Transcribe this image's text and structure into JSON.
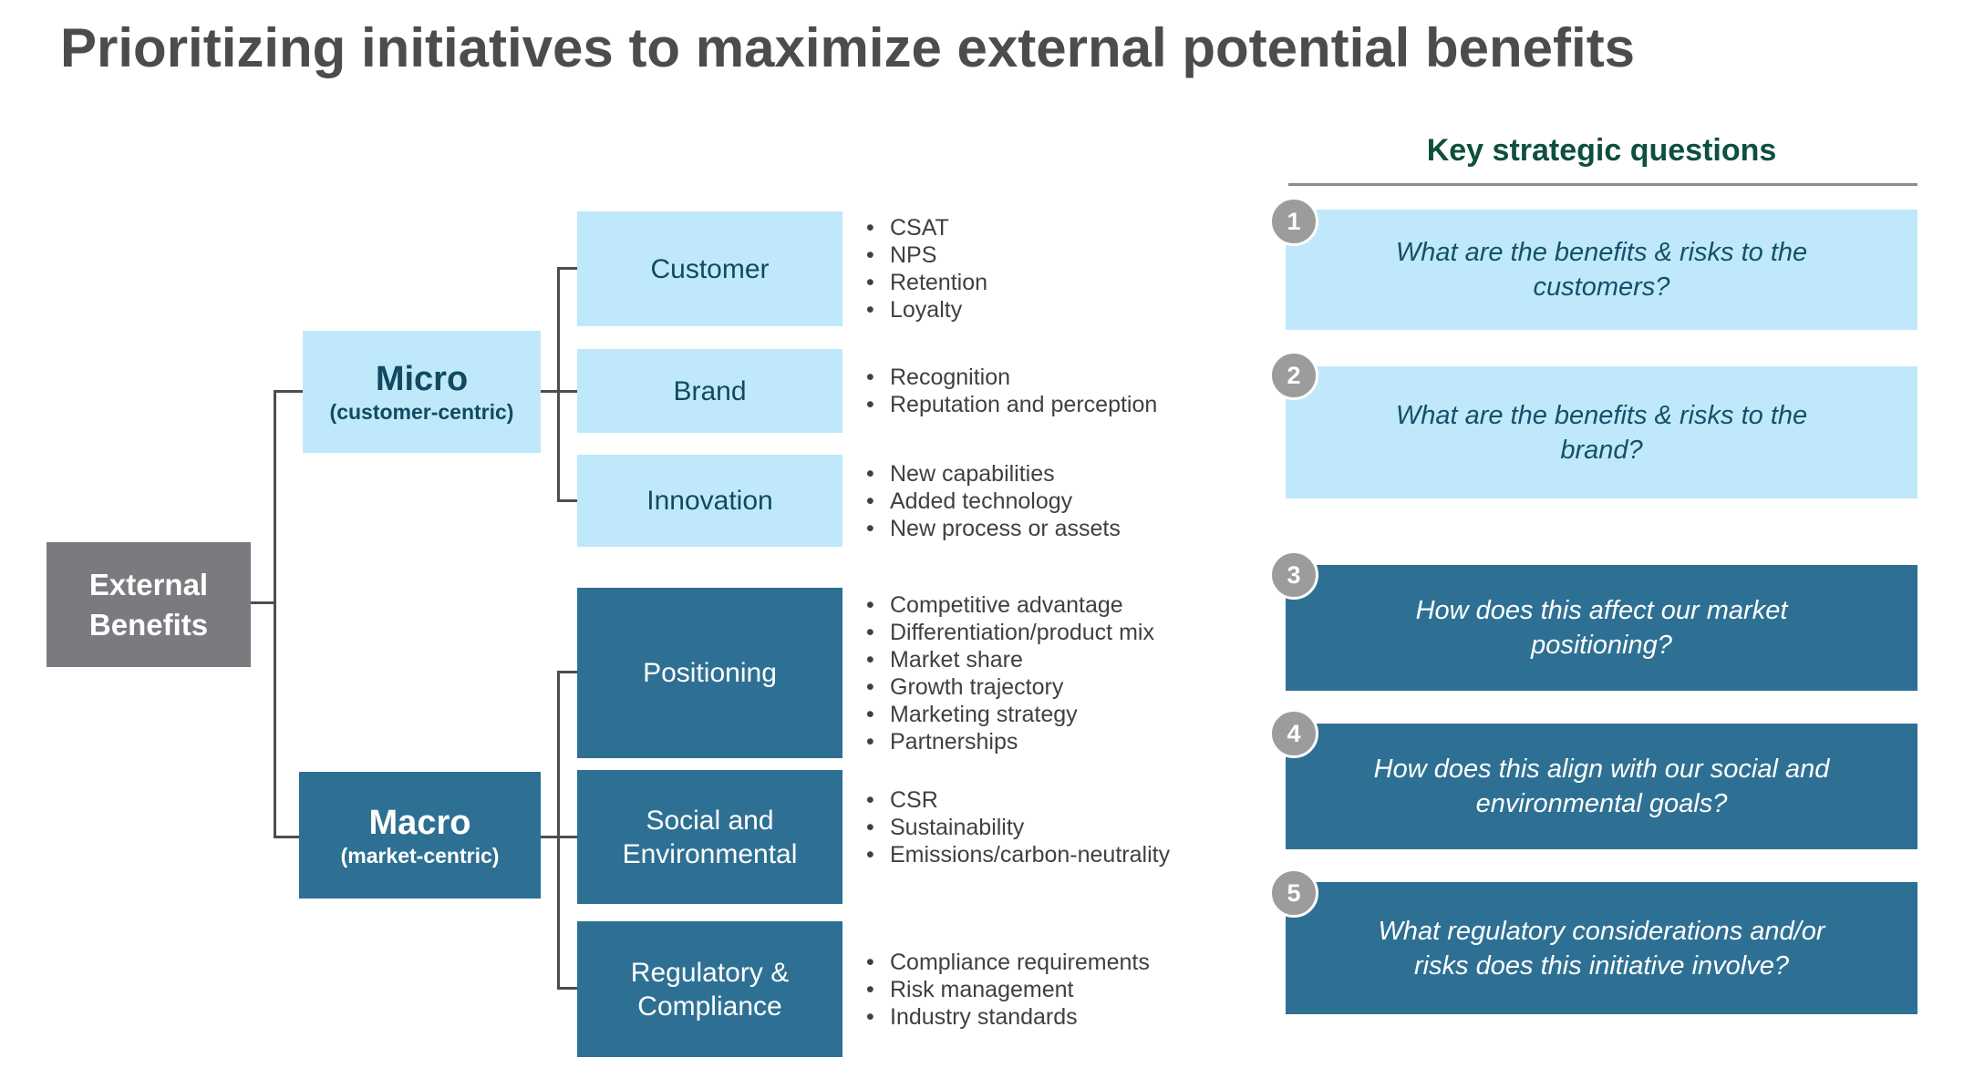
{
  "title": "Prioritizing initiatives to maximize external potential benefits",
  "colors": {
    "light_blue": "#bfe9fa",
    "dark_blue": "#2e7093",
    "teal_text": "#114a60",
    "green_heading": "#0e4f3e",
    "root_gray": "#7b7b7f",
    "badge_gray": "#9c9c9c",
    "connector_gray": "#4d4d4d",
    "title_gray": "#4c4c4c"
  },
  "tree": {
    "root": {
      "label": "External Benefits"
    },
    "branches": [
      {
        "name": "Micro",
        "sub": "(customer-centric)",
        "children": [
          {
            "label": "Customer",
            "bullets": [
              "CSAT",
              "NPS",
              "Retention",
              "Loyalty"
            ]
          },
          {
            "label": "Brand",
            "bullets": [
              "Recognition",
              "Reputation and perception"
            ]
          },
          {
            "label": "Innovation",
            "bullets": [
              "New capabilities",
              "Added technology",
              "New process or assets"
            ]
          }
        ]
      },
      {
        "name": "Macro",
        "sub": "(market-centric)",
        "children": [
          {
            "label": "Positioning",
            "bullets": [
              "Competitive advantage",
              "Differentiation/product mix",
              "Market share",
              "Growth trajectory",
              "Marketing strategy",
              "Partnerships"
            ]
          },
          {
            "label": "Social and Environmental",
            "bullets": [
              "CSR",
              "Sustainability",
              "Emissions/carbon-neutrality"
            ]
          },
          {
            "label": "Regulatory & Compliance",
            "bullets": [
              "Compliance requirements",
              "Risk management",
              "Industry standards"
            ]
          }
        ]
      }
    ]
  },
  "questions": {
    "heading": "Key strategic questions",
    "items": [
      {
        "number": "1",
        "text": "What are the benefits & risks to the customers?"
      },
      {
        "number": "2",
        "text": "What are the benefits & risks to the brand?"
      },
      {
        "number": "3",
        "text": "How does this affect our market positioning?"
      },
      {
        "number": "4",
        "text": "How does this align with our social and environmental goals?"
      },
      {
        "number": "5",
        "text": "What regulatory considerations and/or risks does this initiative involve?"
      }
    ]
  }
}
